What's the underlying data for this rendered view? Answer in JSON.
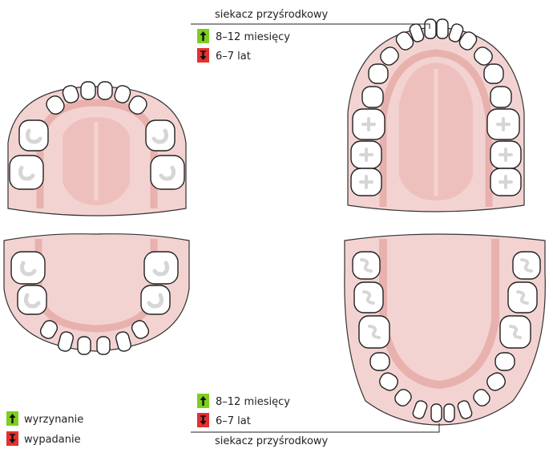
{
  "top_callout": {
    "tooth_name": "siekacz przyśrodkowy",
    "eruption_age": "8–12 miesięcy",
    "shedding_age": "6–7 lat"
  },
  "bottom_callout": {
    "tooth_name": "siekacz przyśrodkowy",
    "eruption_age": "8–12 miesięcy",
    "shedding_age": "6–7 lat"
  },
  "legend": {
    "eruption": "wyrzynanie",
    "shedding": "wypadanie"
  },
  "icons": {
    "eruption": "arrow-up-icon",
    "shedding": "arrow-down-icon"
  },
  "colors": {
    "eruption": "#7ccf1e",
    "shedding": "#e53030",
    "gum": "#f3d3d1",
    "gum_ridge": "#e8b1ae",
    "palate": "#eec0bd",
    "tooth": "#ffffff",
    "tooth_groove": "#d6d6d6",
    "outline": "#333333"
  }
}
